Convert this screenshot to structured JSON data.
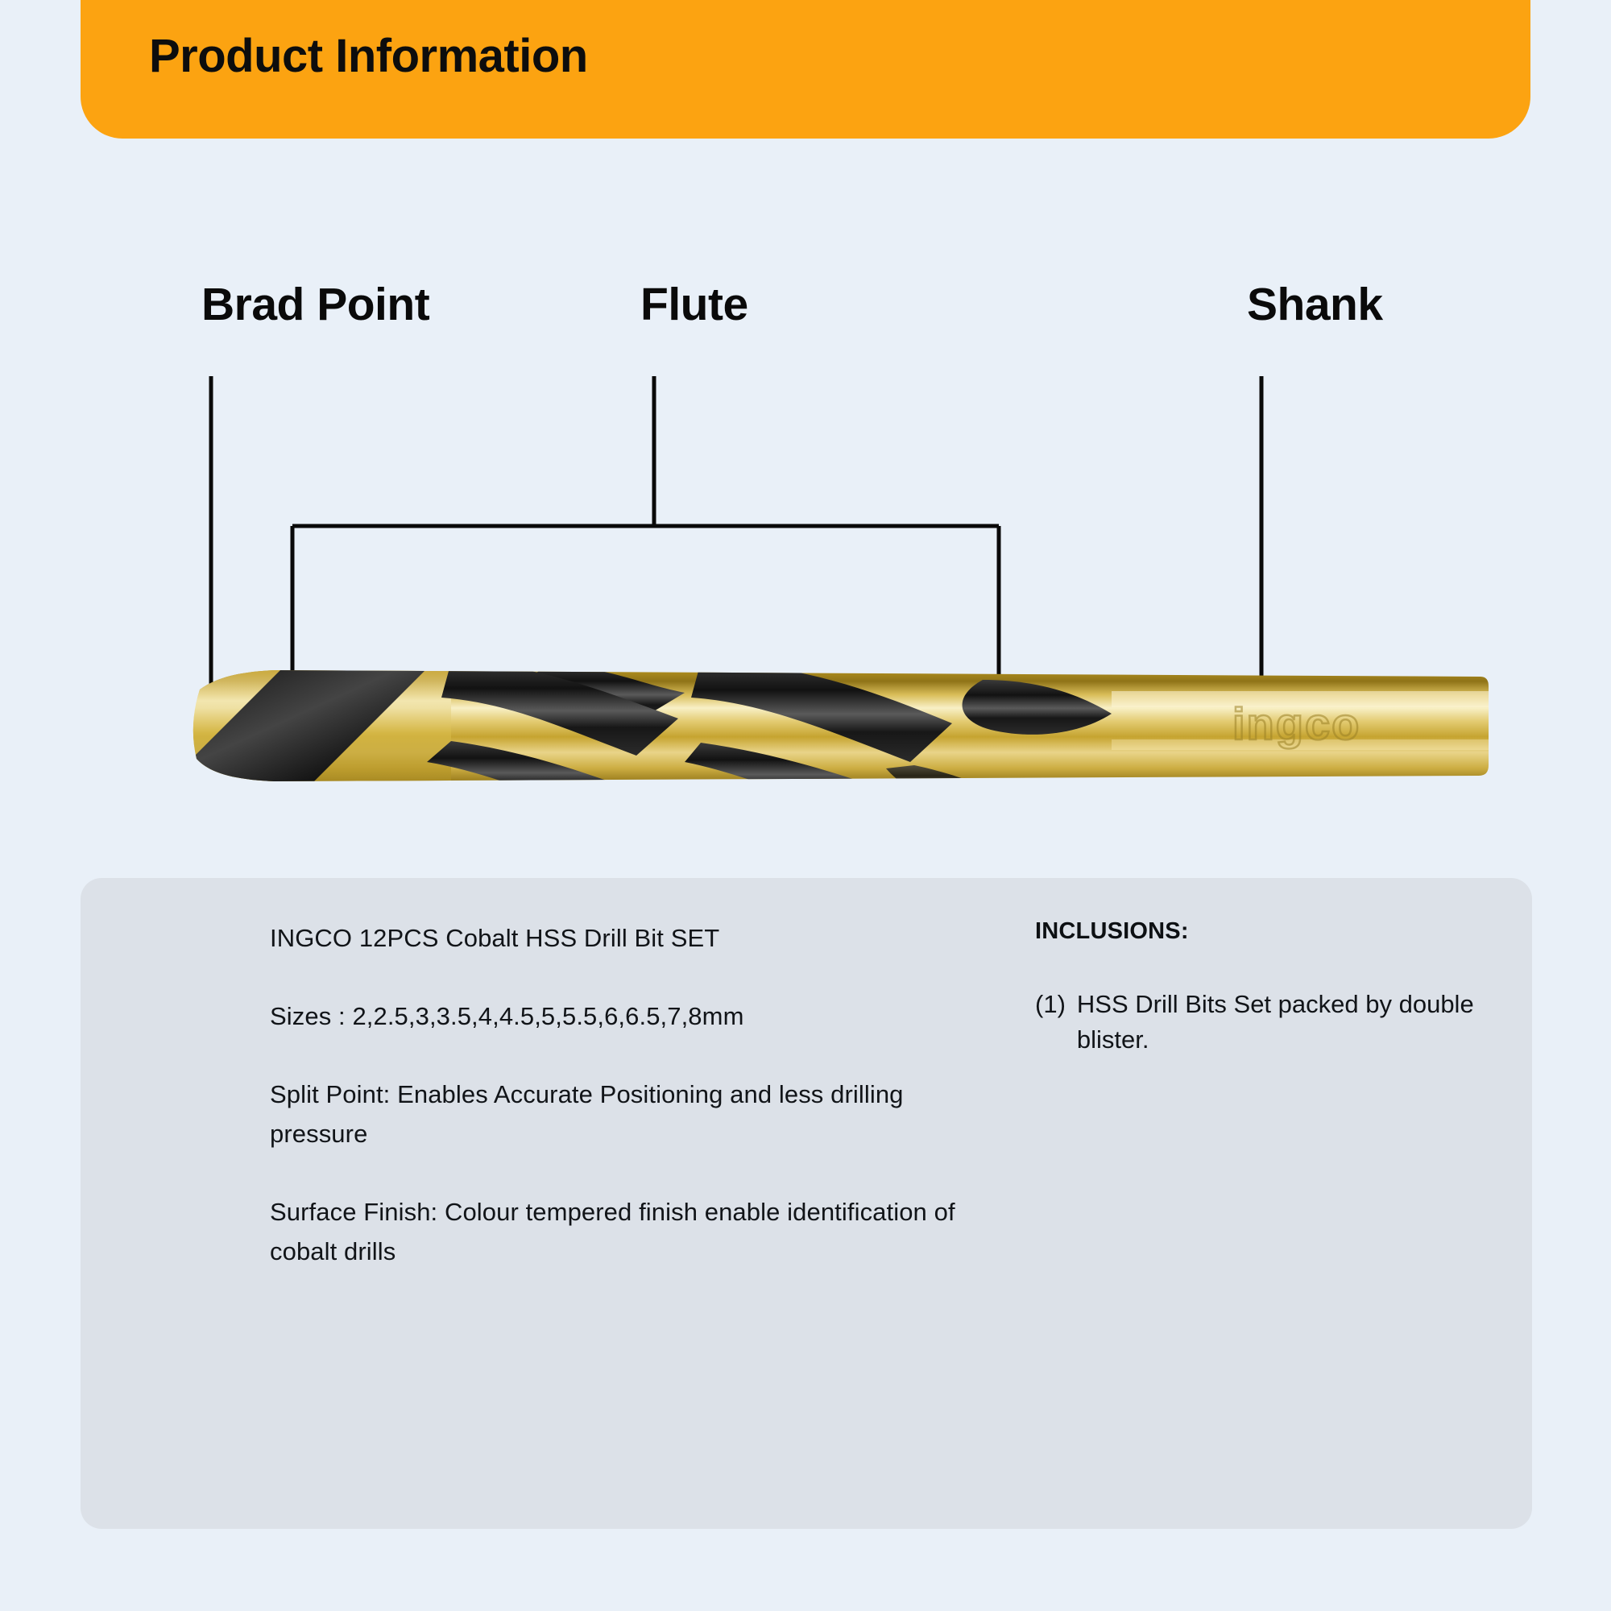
{
  "page": {
    "background_color": "#e9f0f8",
    "banner_color": "#FCA311",
    "card_color": "#dce1e8",
    "text_color": "#111418"
  },
  "header": {
    "title": "Product Information"
  },
  "callouts": [
    {
      "id": "brad-point",
      "label": "Brad Point"
    },
    {
      "id": "flute",
      "label": "Flute"
    },
    {
      "id": "shank",
      "label": "Shank"
    }
  ],
  "product_image": {
    "alt": "cobalt HSS twist drill bit",
    "engraved_brand": "ingco",
    "gold_color": "#c9a227",
    "gold_highlight": "#f7eab4",
    "flute_color": "#1b1b1b"
  },
  "info_card": {
    "specs": [
      "INGCO 12PCS Cobalt HSS Drill Bit SET",
      "Sizes : 2,2.5,3,3.5,4,4.5,5,5.5,6,6.5,7,8mm",
      "Split Point: Enables Accurate Positioning and less drilling pressure",
      "Surface Finish: Colour tempered finish enable identification of cobalt drills"
    ],
    "inclusions": {
      "heading": "INCLUSIONS:",
      "items": [
        {
          "count": "(1)",
          "text": "HSS Drill Bits Set packed by double blister."
        }
      ]
    }
  }
}
